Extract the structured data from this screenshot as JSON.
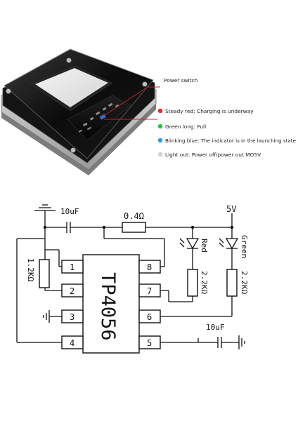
{
  "callout": {
    "label": "Power switch"
  },
  "legend": [
    {
      "color": "#e8262b",
      "text": "Steady red: Charging is underway"
    },
    {
      "color": "#27c24a",
      "text": "Green long: Full"
    },
    {
      "color": "#2a9fd9",
      "text": "Blinking blue: The indicator is in the launching state"
    },
    {
      "color": "#d3d3d3",
      "text": "Light out: Power off/power out MO5V"
    }
  ],
  "schematic": {
    "chip_label": "TP4056",
    "pins": [
      "1",
      "2",
      "3",
      "4",
      "5",
      "6",
      "7",
      "8"
    ],
    "cap_top_label": "10uF",
    "res_top_label": "0.4Ω",
    "supply_label": "5V",
    "res_left_label": "1.2KΩ",
    "red_led_label": "Red",
    "green_led_label": "Green",
    "res_red_label": "2.2KΩ",
    "res_green_label": "2.2KΩ",
    "cap_bottom_label": "10uF"
  }
}
